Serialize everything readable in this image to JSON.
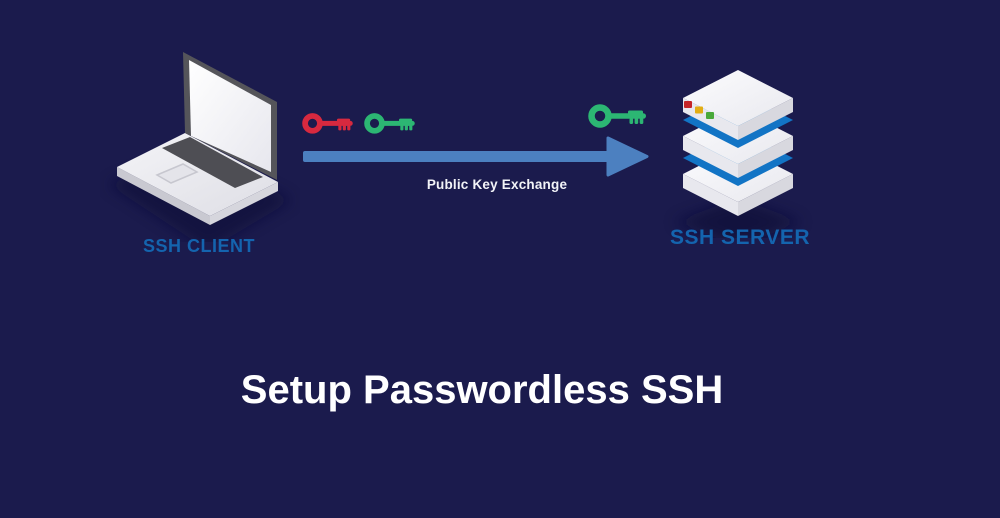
{
  "title": {
    "text": "Setup Passwordless SSH"
  },
  "client": {
    "label": "SSH CLIENT",
    "icon": "laptop-icon"
  },
  "server": {
    "label": "SSH SERVER",
    "icon": "server-stack-icon"
  },
  "exchange": {
    "label": "Public Key Exchange",
    "icon": "arrow-right-icon"
  },
  "keys": [
    {
      "name": "client-private-key-icon",
      "color": "#d7293f"
    },
    {
      "name": "client-public-key-icon",
      "color": "#2cb673"
    },
    {
      "name": "server-public-key-icon",
      "color": "#2cb673"
    }
  ],
  "colors": {
    "background": "#1b1b4d",
    "label_blue": "#1464ae",
    "arrow_blue": "#4c80c0",
    "key_red": "#d7293f",
    "key_green": "#2cb673",
    "server_band_blue": "#1274c5",
    "title_white": "#ffffff",
    "shadow_navy": "#0e0f35"
  }
}
